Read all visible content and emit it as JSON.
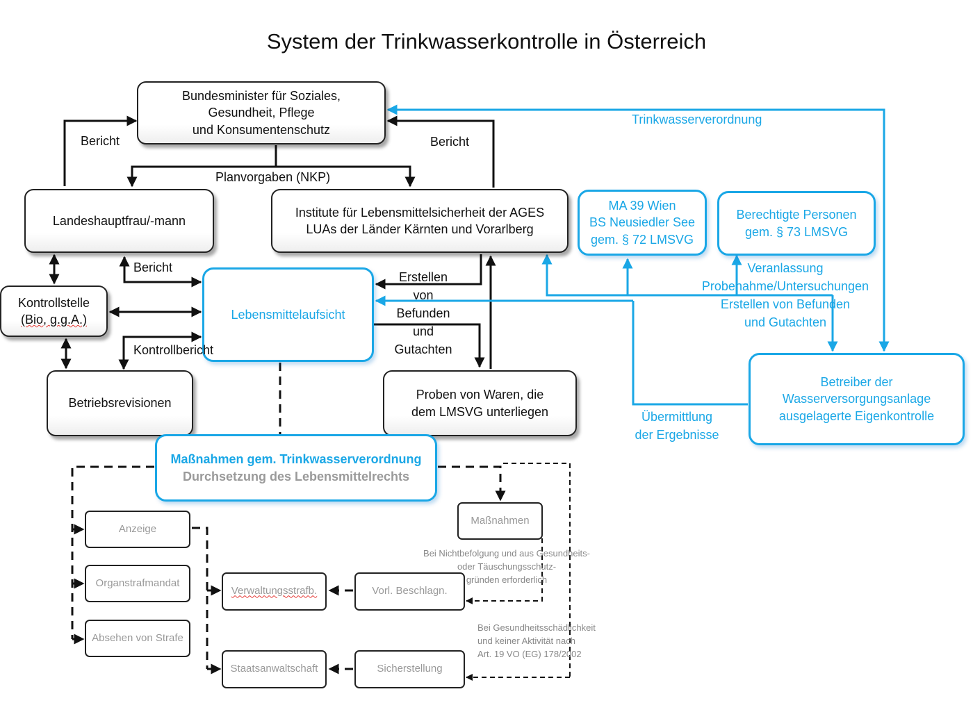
{
  "title": "System der Trinkwasserkontrolle in Österreich",
  "colors": {
    "blue": "#1aa7e6",
    "black": "#222222",
    "grey_text": "#999999"
  },
  "boxes": {
    "bundesminister": [
      "Bundesminister für Soziales,",
      "Gesundheit, Pflege",
      "und Konsumentenschutz"
    ],
    "landeshauptfrau": "Landeshauptfrau/-mann",
    "institute": [
      "Institute für Lebensmittelsicherheit der AGES",
      "LUAs der Länder Kärnten und Vorarlberg"
    ],
    "ma39": [
      "MA 39 Wien",
      "BS Neusiedler See",
      "gem. § 72 LMSVG"
    ],
    "berechtigte": [
      "Berechtigte Personen",
      "gem. § 73 LMSVG"
    ],
    "kontrollstelle": [
      "Kontrollstelle",
      "(Bio, g.g.A.)"
    ],
    "lebensmittelaufsicht": "Lebensmittelaufsicht",
    "betriebsrevisionen": "Betriebsrevisionen",
    "proben": [
      "Proben von Waren, die",
      "dem LMSVG unterliegen"
    ],
    "betreiber": [
      "Betreiber der",
      "Wasserversorgungsanlage",
      "ausgelagerte Eigenkontrolle"
    ],
    "massnahmen_main": [
      "Maßnahmen gem. Trinkwasserverordnung",
      "Durchsetzung des Lebensmittelrechts"
    ],
    "anzeige": "Anzeige",
    "organstrafmandat": "Organstrafmandat",
    "absehen": "Absehen von Strafe",
    "verwaltungsstrafb": "Verwaltungsstrafb.",
    "vorl_beschlagn": "Vorl. Beschlagn.",
    "massnahmen": "Maßnahmen",
    "staatsanwaltschaft": "Staatsanwaltschaft",
    "sicherstellung": "Sicherstellung"
  },
  "labels": {
    "bericht_left": "Bericht",
    "bericht_right": "Bericht",
    "planvorgaben": "Planvorgaben (NKP)",
    "bericht_mid": "Bericht",
    "kontrollbericht": "Kontrollbericht",
    "erstellen": [
      "Erstellen",
      "von",
      "Befunden",
      "und",
      "Gutachten"
    ],
    "trinkwasserverordnung": "Trinkwasserverordnung",
    "veranlassung": [
      "Veranlassung",
      "Probenahme/Untersuchungen",
      "Erstellen von Befunden",
      "und Gutachten"
    ],
    "uebermittlung": [
      "Übermittlung",
      "der Ergebnisse"
    ]
  },
  "notes": {
    "nichtbefolgung": [
      "Bei Nichtbefolgung und aus Gesundheits-",
      "oder Täuschungsschutz-",
      "gründen erforderlich"
    ],
    "gesundheit": [
      "Bei Gesundheitsschädlichkeit",
      "und keiner Aktivität nach",
      "Art. 19 VO (EG) 178/2002"
    ]
  }
}
